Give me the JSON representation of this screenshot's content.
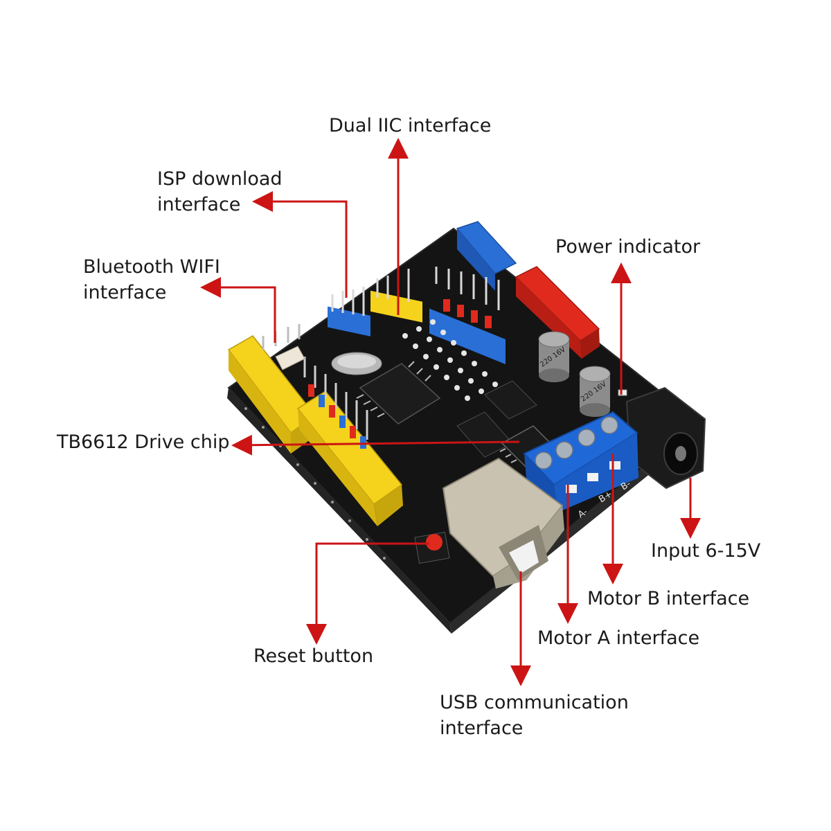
{
  "labels": {
    "dual_iic": "Dual IIC interface",
    "isp_line1": "ISP download",
    "isp_line2": "interface",
    "bt_line1": "Bluetooth WIFI",
    "bt_line2": "interface",
    "power": "Power indicator",
    "tb6612": "TB6612 Drive chip",
    "input": "Input 6-15V",
    "motor_b": "Motor B interface",
    "motor_a": "Motor A interface",
    "reset": "Reset button",
    "usb_line1": "USB communication",
    "usb_line2": "interface"
  },
  "board": {
    "cap_text_1": "220 16V",
    "cap_text_2": "220 16V",
    "terminal_a_minus": "A-",
    "terminal_b_plus": "B+",
    "terminal_b_minus": "B-"
  },
  "colors": {
    "arrow": "#cc1414",
    "pcb": "#111111",
    "header_yellow": "#f5d21c",
    "header_blue": "#2a6fd6",
    "header_red": "#e02a1e",
    "terminal_blue": "#1f68d8"
  }
}
